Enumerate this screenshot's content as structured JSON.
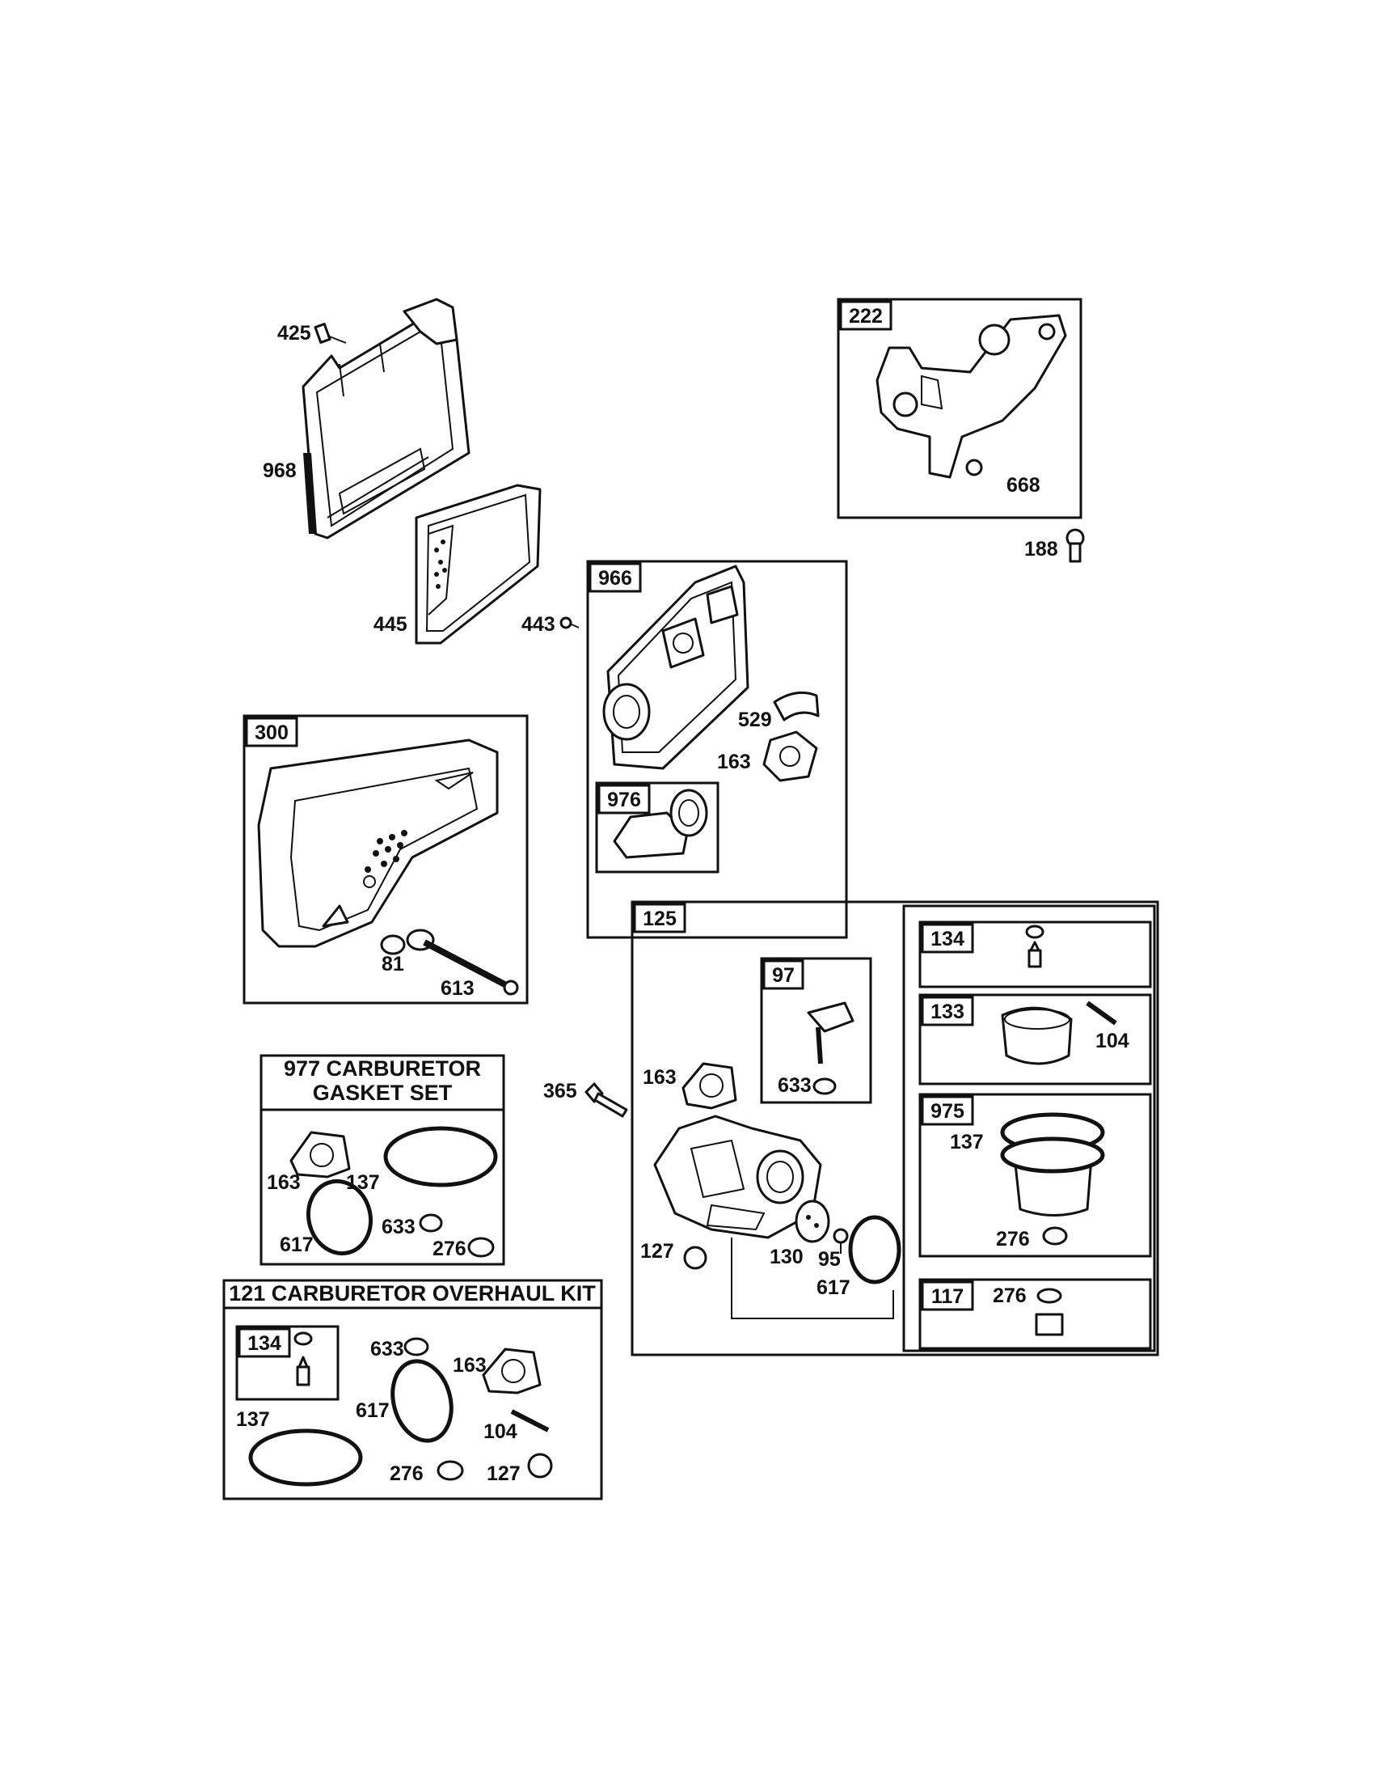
{
  "diagram": {
    "groups": [
      {
        "id": "222",
        "tag": "222"
      },
      {
        "id": "966",
        "tag": "966"
      },
      {
        "id": "976",
        "tag": "976"
      },
      {
        "id": "300",
        "tag": "300"
      },
      {
        "id": "125",
        "tag": "125"
      },
      {
        "id": "97",
        "tag": "97"
      },
      {
        "id": "134a",
        "tag": "134"
      },
      {
        "id": "133",
        "tag": "133"
      },
      {
        "id": "975",
        "tag": "975"
      },
      {
        "id": "117",
        "tag": "117"
      },
      {
        "id": "134b",
        "tag": "134"
      }
    ],
    "kits": {
      "gasket_set": {
        "line1": "977 CARBURETOR",
        "line2": "GASKET SET"
      },
      "overhaul_kit": {
        "title": "121 CARBURETOR OVERHAUL KIT"
      }
    },
    "labels": [
      "425",
      "968",
      "445",
      "443",
      "188",
      "668",
      "529",
      "163",
      "81",
      "613",
      "365",
      "163",
      "633",
      "104",
      "137",
      "276",
      "127",
      "130",
      "95",
      "617",
      "276",
      "163",
      "137",
      "617",
      "633",
      "276",
      "633",
      "163",
      "137",
      "617",
      "104",
      "276",
      "127"
    ]
  }
}
